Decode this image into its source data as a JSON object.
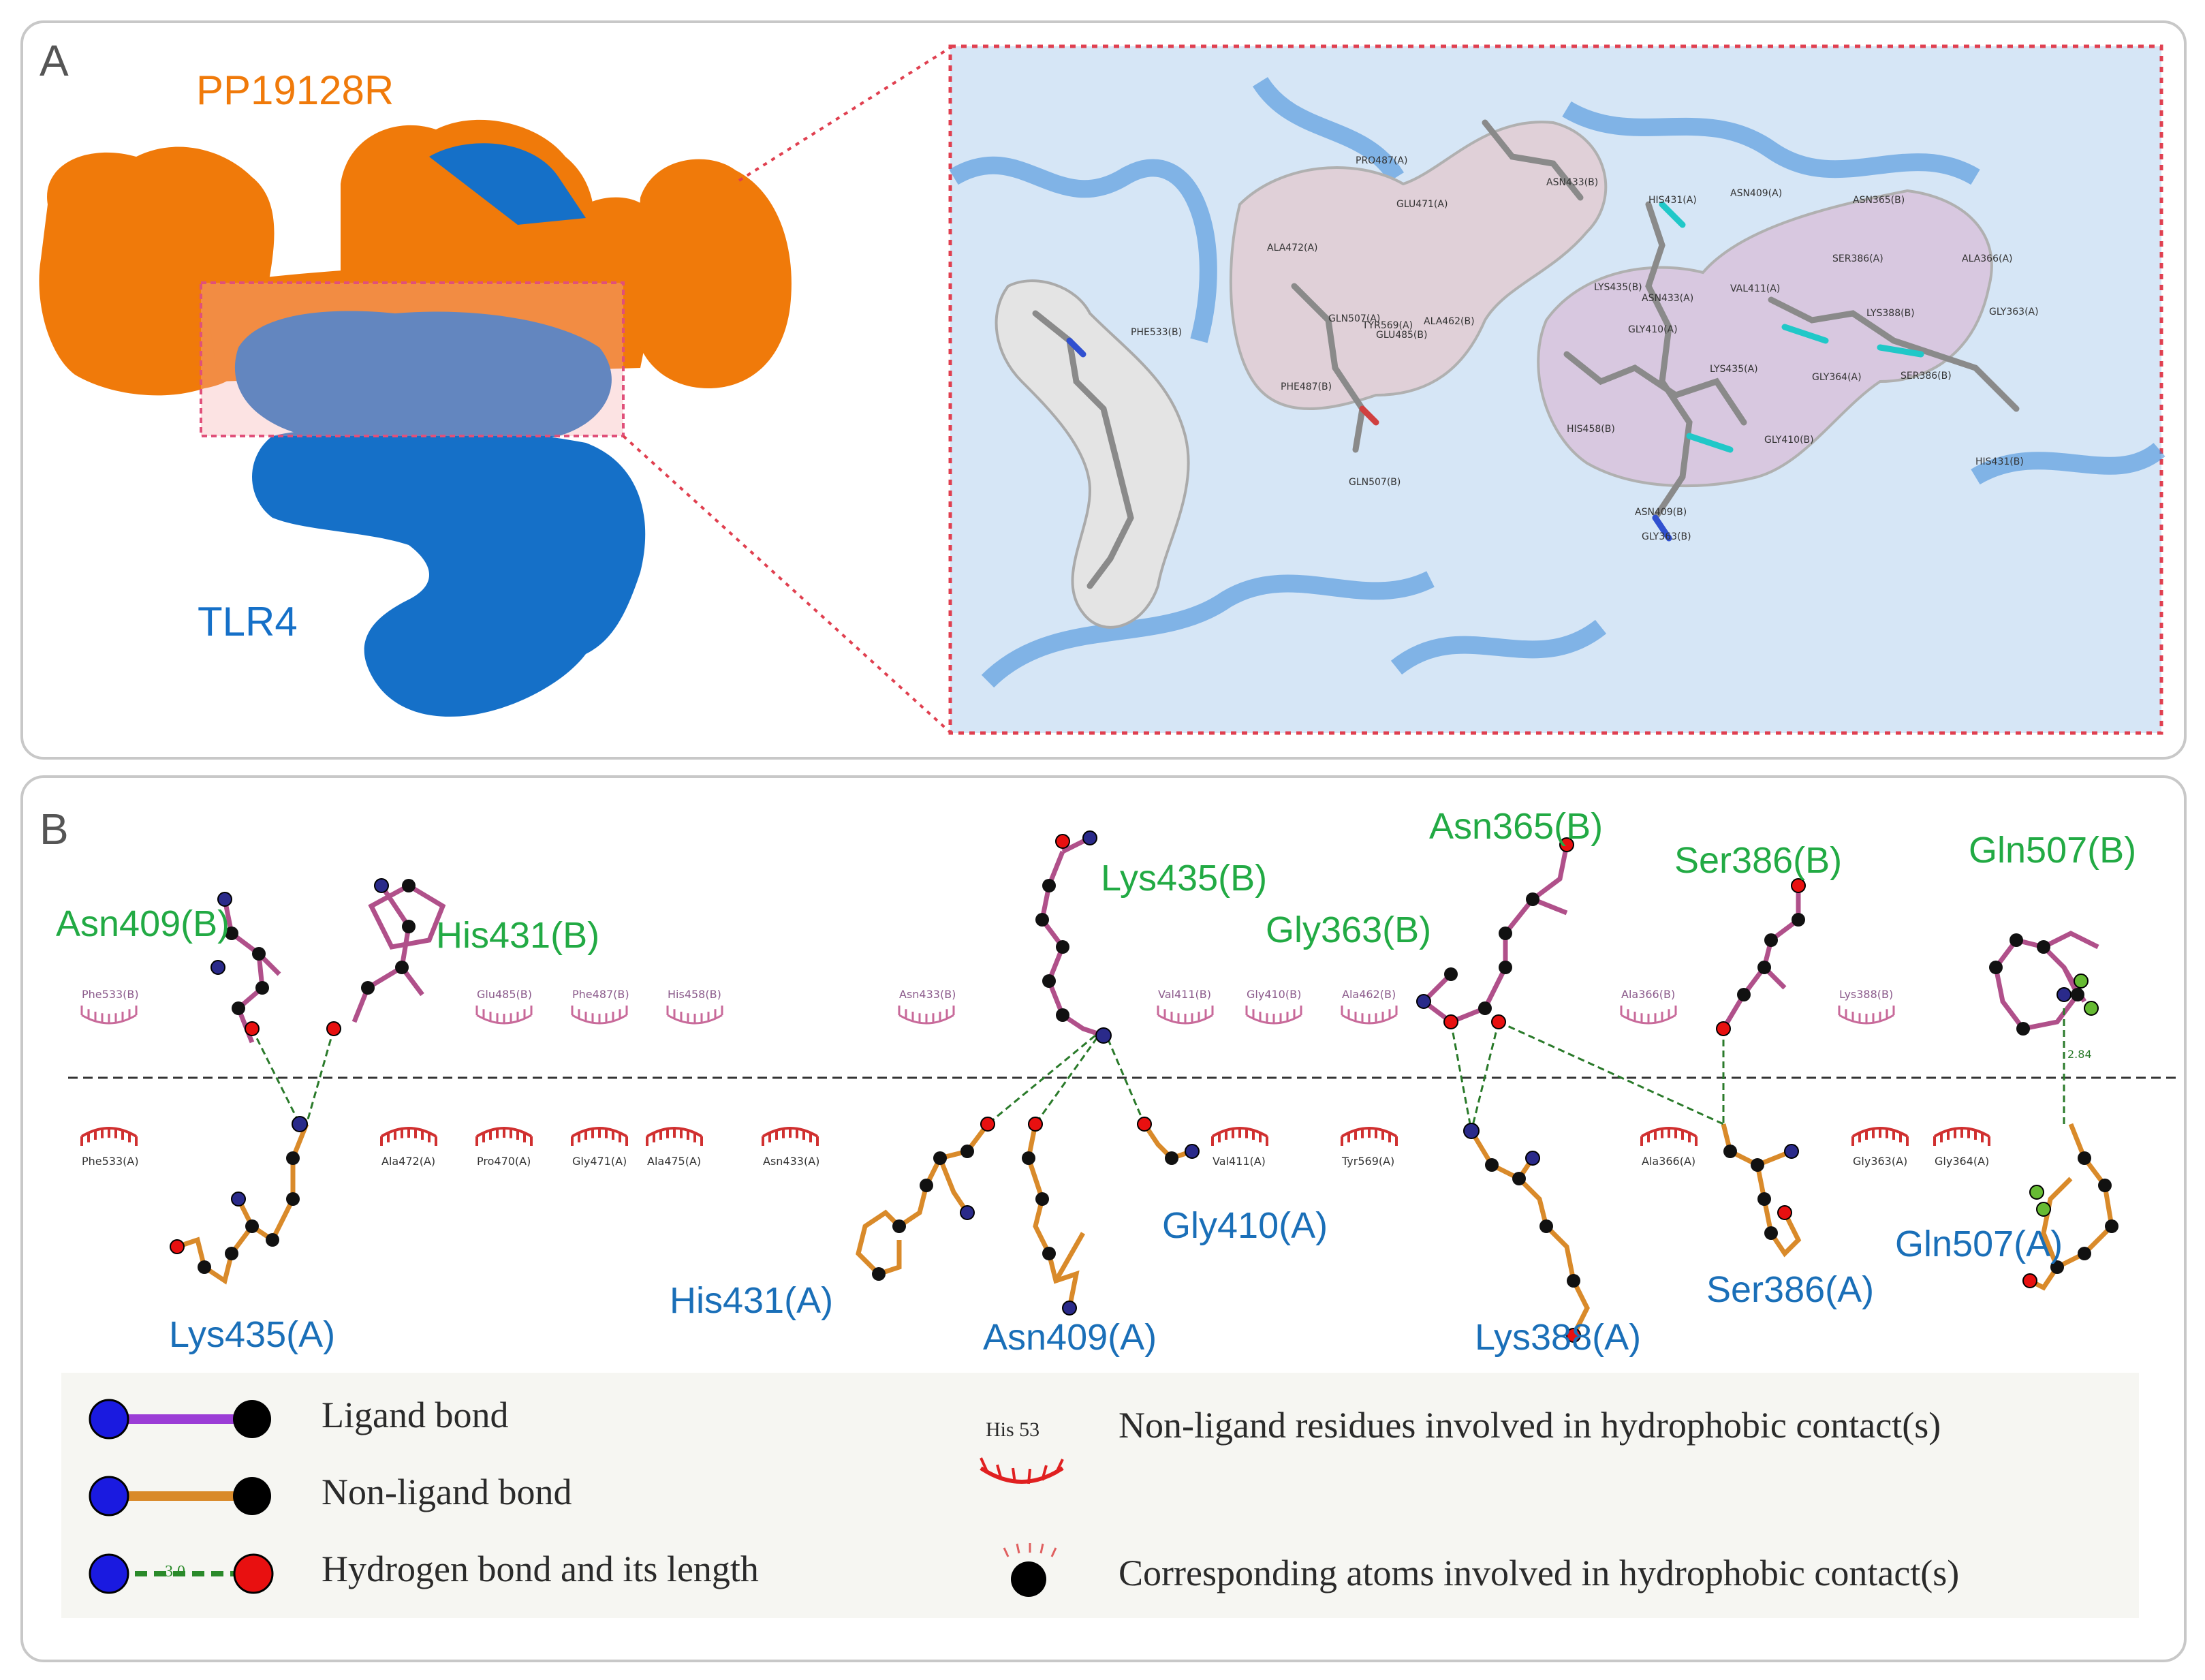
{
  "panels": {
    "a": "A",
    "b": "B"
  },
  "proteins": {
    "ligand": "PP19128R",
    "receptor": "TLR4"
  },
  "colors": {
    "ligand": "#f07a0a",
    "receptor": "#1570c8",
    "chain_b_label": "#22aa44",
    "chain_a_label": "#1a6fb8",
    "ligand_bond": "#9b3dd6",
    "nonligand_bond": "#d98a2a",
    "hbond": "#2a7a2a",
    "hydro_b": "#c86a9a",
    "hydro_a": "#d03030"
  },
  "detail_residues": [
    "PHE533(B)",
    "PRO487(A)",
    "GLU471(A)",
    "ALA472(A)",
    "GLN507(A)",
    "GLU485(B)",
    "ALA462(B)",
    "PHE487(B)",
    "GLN507(B)",
    "TYR569(A)",
    "HIS431(A)",
    "ASN409(A)",
    "GLY410(A)",
    "ASN433(A)",
    "SER386(A)",
    "ALA366(A)",
    "GLY363(A)",
    "GLY364(A)",
    "SER386(B)",
    "LYS388(B)",
    "ASN365(B)",
    "VAL411(A)",
    "LYS435(B)",
    "LYS435(A)",
    "ASN433(B)",
    "GLY410(B)",
    "HIS458(B)",
    "ASN409(B)",
    "HIS431(B)",
    "GLY363(B)"
  ],
  "chain_b_labels": [
    "Asn409(B)",
    "His431(B)",
    "Lys435(B)",
    "Gly363(B)",
    "Asn365(B)",
    "Ser386(B)",
    "Gln507(B)"
  ],
  "chain_a_labels": [
    "Lys435(A)",
    "His431(A)",
    "Asn409(A)",
    "Gly410(A)",
    "Lys388(A)",
    "Ser386(A)",
    "Gln507(A)"
  ],
  "hydro_top": [
    "Phe533(B)",
    "Glu485(B)",
    "Phe487(B)",
    "His458(B)",
    "Asn433(B)",
    "Val411(B)",
    "Gly410(B)",
    "Ala462(B)",
    "Ala366(B)",
    "Lys388(B)"
  ],
  "hydro_bottom": [
    "Phe533(A)",
    "Ala472(A)",
    "Pro470(A)",
    "Gly471(A)",
    "Ala475(A)",
    "Asn433(A)",
    "Val411(A)",
    "Tyr569(A)",
    "Ala366(A)",
    "Gly363(A)",
    "Gly364(A)"
  ],
  "hbond_length": "2.84",
  "legend": {
    "ligand_bond": "Ligand bond",
    "nonligand_bond": "Non-ligand bond",
    "hbond": "Hydrogen bond and its length",
    "hbond_sample": "3.0",
    "hydro_residue": "Non-ligand residues involved in hydrophobic contact(s)",
    "hydro_sample": "His 53",
    "hydro_atoms": "Corresponding atoms involved in hydrophobic contact(s)"
  }
}
